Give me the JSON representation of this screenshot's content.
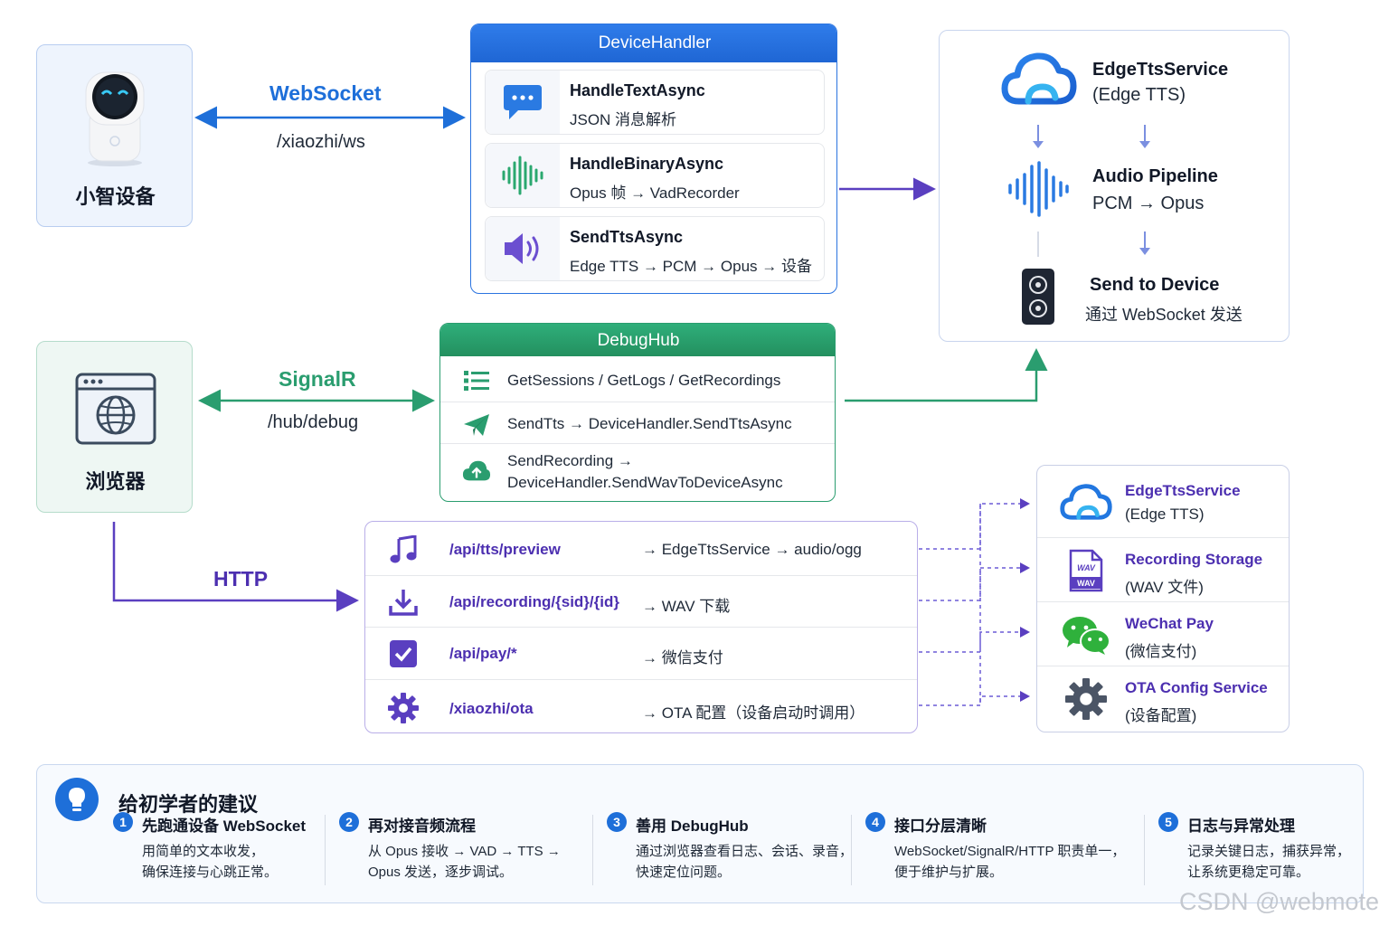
{
  "device": {
    "label": "小智设备"
  },
  "browser": {
    "label": "浏览器"
  },
  "links": {
    "websocket": {
      "name": "WebSocket",
      "path": "/xiaozhi/ws"
    },
    "signalr": {
      "name": "SignalR",
      "path": "/hub/debug"
    },
    "http": {
      "name": "HTTP"
    }
  },
  "device_handler": {
    "title": "DeviceHandler",
    "items": [
      {
        "name": "HandleTextAsync",
        "desc": "JSON 消息解析",
        "icon": "chat-bubble-icon"
      },
      {
        "name": "HandleBinaryAsync",
        "desc": "Opus 帧 → VadRecorder",
        "icon": "waveform-icon"
      },
      {
        "name": "SendTtsAsync",
        "desc": "Edge TTS → PCM → Opus → 设备",
        "icon": "speaker-icon"
      }
    ]
  },
  "pipeline": {
    "steps": [
      {
        "title": "EdgeTtsService",
        "sub": "(Edge TTS)",
        "icon": "cloud-icon"
      },
      {
        "title": "Audio Pipeline",
        "sub": "PCM → Opus",
        "icon": "waveform-icon"
      },
      {
        "title": "Send to Device",
        "sub": "通过 WebSocket 发送",
        "icon": "speaker-device-icon"
      }
    ]
  },
  "debug_hub": {
    "title": "DebugHub",
    "items": [
      {
        "line1": "GetSessions / GetLogs / GetRecordings",
        "line2": "",
        "icon": "list-icon"
      },
      {
        "line1": "SendTts → DeviceHandler.SendTtsAsync",
        "line2": "",
        "icon": "paper-plane-icon"
      },
      {
        "line1": "SendRecording →",
        "line2": "DeviceHandler.SendWavToDeviceAsync",
        "icon": "cloud-upload-icon"
      }
    ]
  },
  "http_api": {
    "routes": [
      {
        "path": "/api/tts/preview",
        "target": "→ EdgeTtsService → audio/ogg",
        "icon": "music-note-icon"
      },
      {
        "path": "/api/recording/{sid}/{id}",
        "target": "→ WAV 下载",
        "icon": "download-icon"
      },
      {
        "path": "/api/pay/*",
        "target": "→ 微信支付",
        "icon": "checkbox-icon"
      },
      {
        "path": "/xiaozhi/ota",
        "target": "→ OTA 配置（设备启动时调用）",
        "icon": "gear-icon"
      }
    ]
  },
  "services": [
    {
      "name": "EdgeTtsService",
      "desc": "(Edge TTS)",
      "icon": "cloud-icon"
    },
    {
      "name": "Recording Storage",
      "desc": "(WAV 文件)",
      "icon": "wav-file-icon",
      "badge": "WAV"
    },
    {
      "name": "WeChat Pay",
      "desc": "(微信支付)",
      "icon": "wechat-icon"
    },
    {
      "name": "OTA Config Service",
      "desc": "(设备配置)",
      "icon": "gear-icon"
    }
  ],
  "tips": {
    "title": "给初学者的建议",
    "items": [
      {
        "num": "1",
        "title": "先跑通设备 WebSocket",
        "line1": "用简单的文本收发，",
        "line2": "确保连接与心跳正常。"
      },
      {
        "num": "2",
        "title": "再对接音频流程",
        "line1": "从 Opus 接收 → VAD → TTS →",
        "line2": "Opus 发送，逐步调试。"
      },
      {
        "num": "3",
        "title": "善用 DebugHub",
        "line1": "通过浏览器查看日志、会话、录音，",
        "line2": "快速定位问题。"
      },
      {
        "num": "4",
        "title": "接口分层清晰",
        "line1": "WebSocket/SignalR/HTTP 职责单一，",
        "line2": "便于维护与扩展。"
      },
      {
        "num": "5",
        "title": "日志与异常处理",
        "line1": "记录关键日志，捕获异常，",
        "line2": "让系统更稳定可靠。"
      }
    ]
  },
  "watermark": "CSDN @webmote",
  "colors": {
    "blue": "#1e6fd9",
    "green": "#2a9d6f",
    "purple": "#5a3fc0",
    "tip_bg": "#f7fafe"
  }
}
